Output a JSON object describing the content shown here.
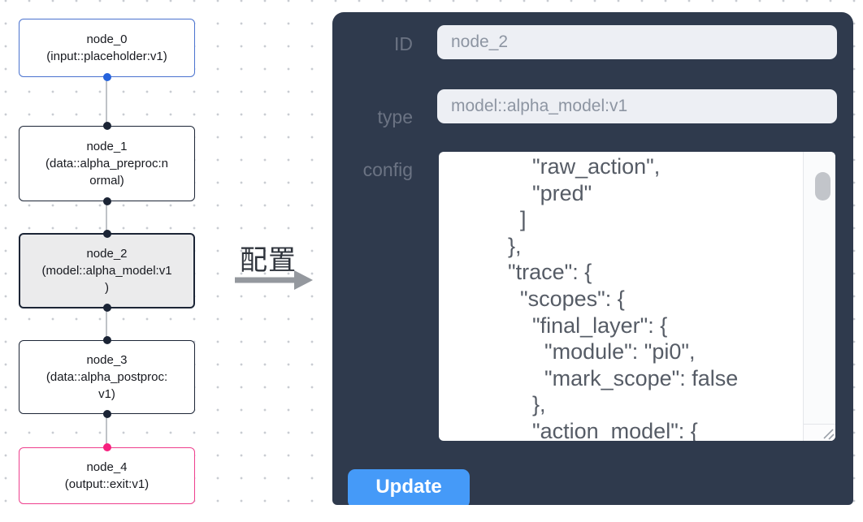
{
  "flow": {
    "nodes": [
      {
        "id": "node_0",
        "lines": [
          "node_0",
          "(input::placeholder:v1)"
        ],
        "border_color": "#4a72cf",
        "selected": false,
        "ports": {
          "bottom": "#2663dd"
        }
      },
      {
        "id": "node_1",
        "lines": [
          "node_1",
          "(data::alpha_preproc:n",
          "ormal)"
        ],
        "border_color": "#1c2536",
        "selected": false,
        "ports": {
          "top": "#1b2435",
          "bottom": "#1b2435"
        }
      },
      {
        "id": "node_2",
        "lines": [
          "node_2",
          "(model::alpha_model:v1",
          ")"
        ],
        "border_color": "#1c2536",
        "selected": true,
        "ports": {
          "top": "#1b2435",
          "bottom": "#1b2435"
        }
      },
      {
        "id": "node_3",
        "lines": [
          "node_3",
          "(data::alpha_postproc:",
          "v1)"
        ],
        "border_color": "#1c2536",
        "selected": false,
        "ports": {
          "top": "#1b2435",
          "bottom": "#1b2435"
        }
      },
      {
        "id": "node_4",
        "lines": [
          "node_4",
          "(output::exit:v1)"
        ],
        "border_color": "#ee3f8d",
        "selected": false,
        "ports": {
          "top": "#f7207e"
        }
      }
    ],
    "annotation_label": "配置"
  },
  "panel": {
    "fields": {
      "id": {
        "label": "ID",
        "value": "node_2"
      },
      "type": {
        "label": "type",
        "value": "model::alpha_model:v1"
      },
      "config": {
        "label": "config",
        "value": "          \"raw_action\",\n          \"pred\"\n        ]\n      },\n      \"trace\": {\n        \"scopes\": {\n          \"final_layer\": {\n            \"module\": \"pi0\",\n            \"mark_scope\": false\n          },\n          \"action_model\": {"
      }
    },
    "update_button": "Update"
  },
  "colors": {
    "panel_bg": "#2f3a4d",
    "accent_blue": "#459af8",
    "node_selected_bg": "#ebebec",
    "input_bg": "#edeff4",
    "edge_line": "#bfc2c7",
    "grid_dot": "#c9ccd2",
    "arrow_gray": "#94989e",
    "input_node_blue": "#4a72cf",
    "output_node_pink": "#ee3f8d"
  }
}
